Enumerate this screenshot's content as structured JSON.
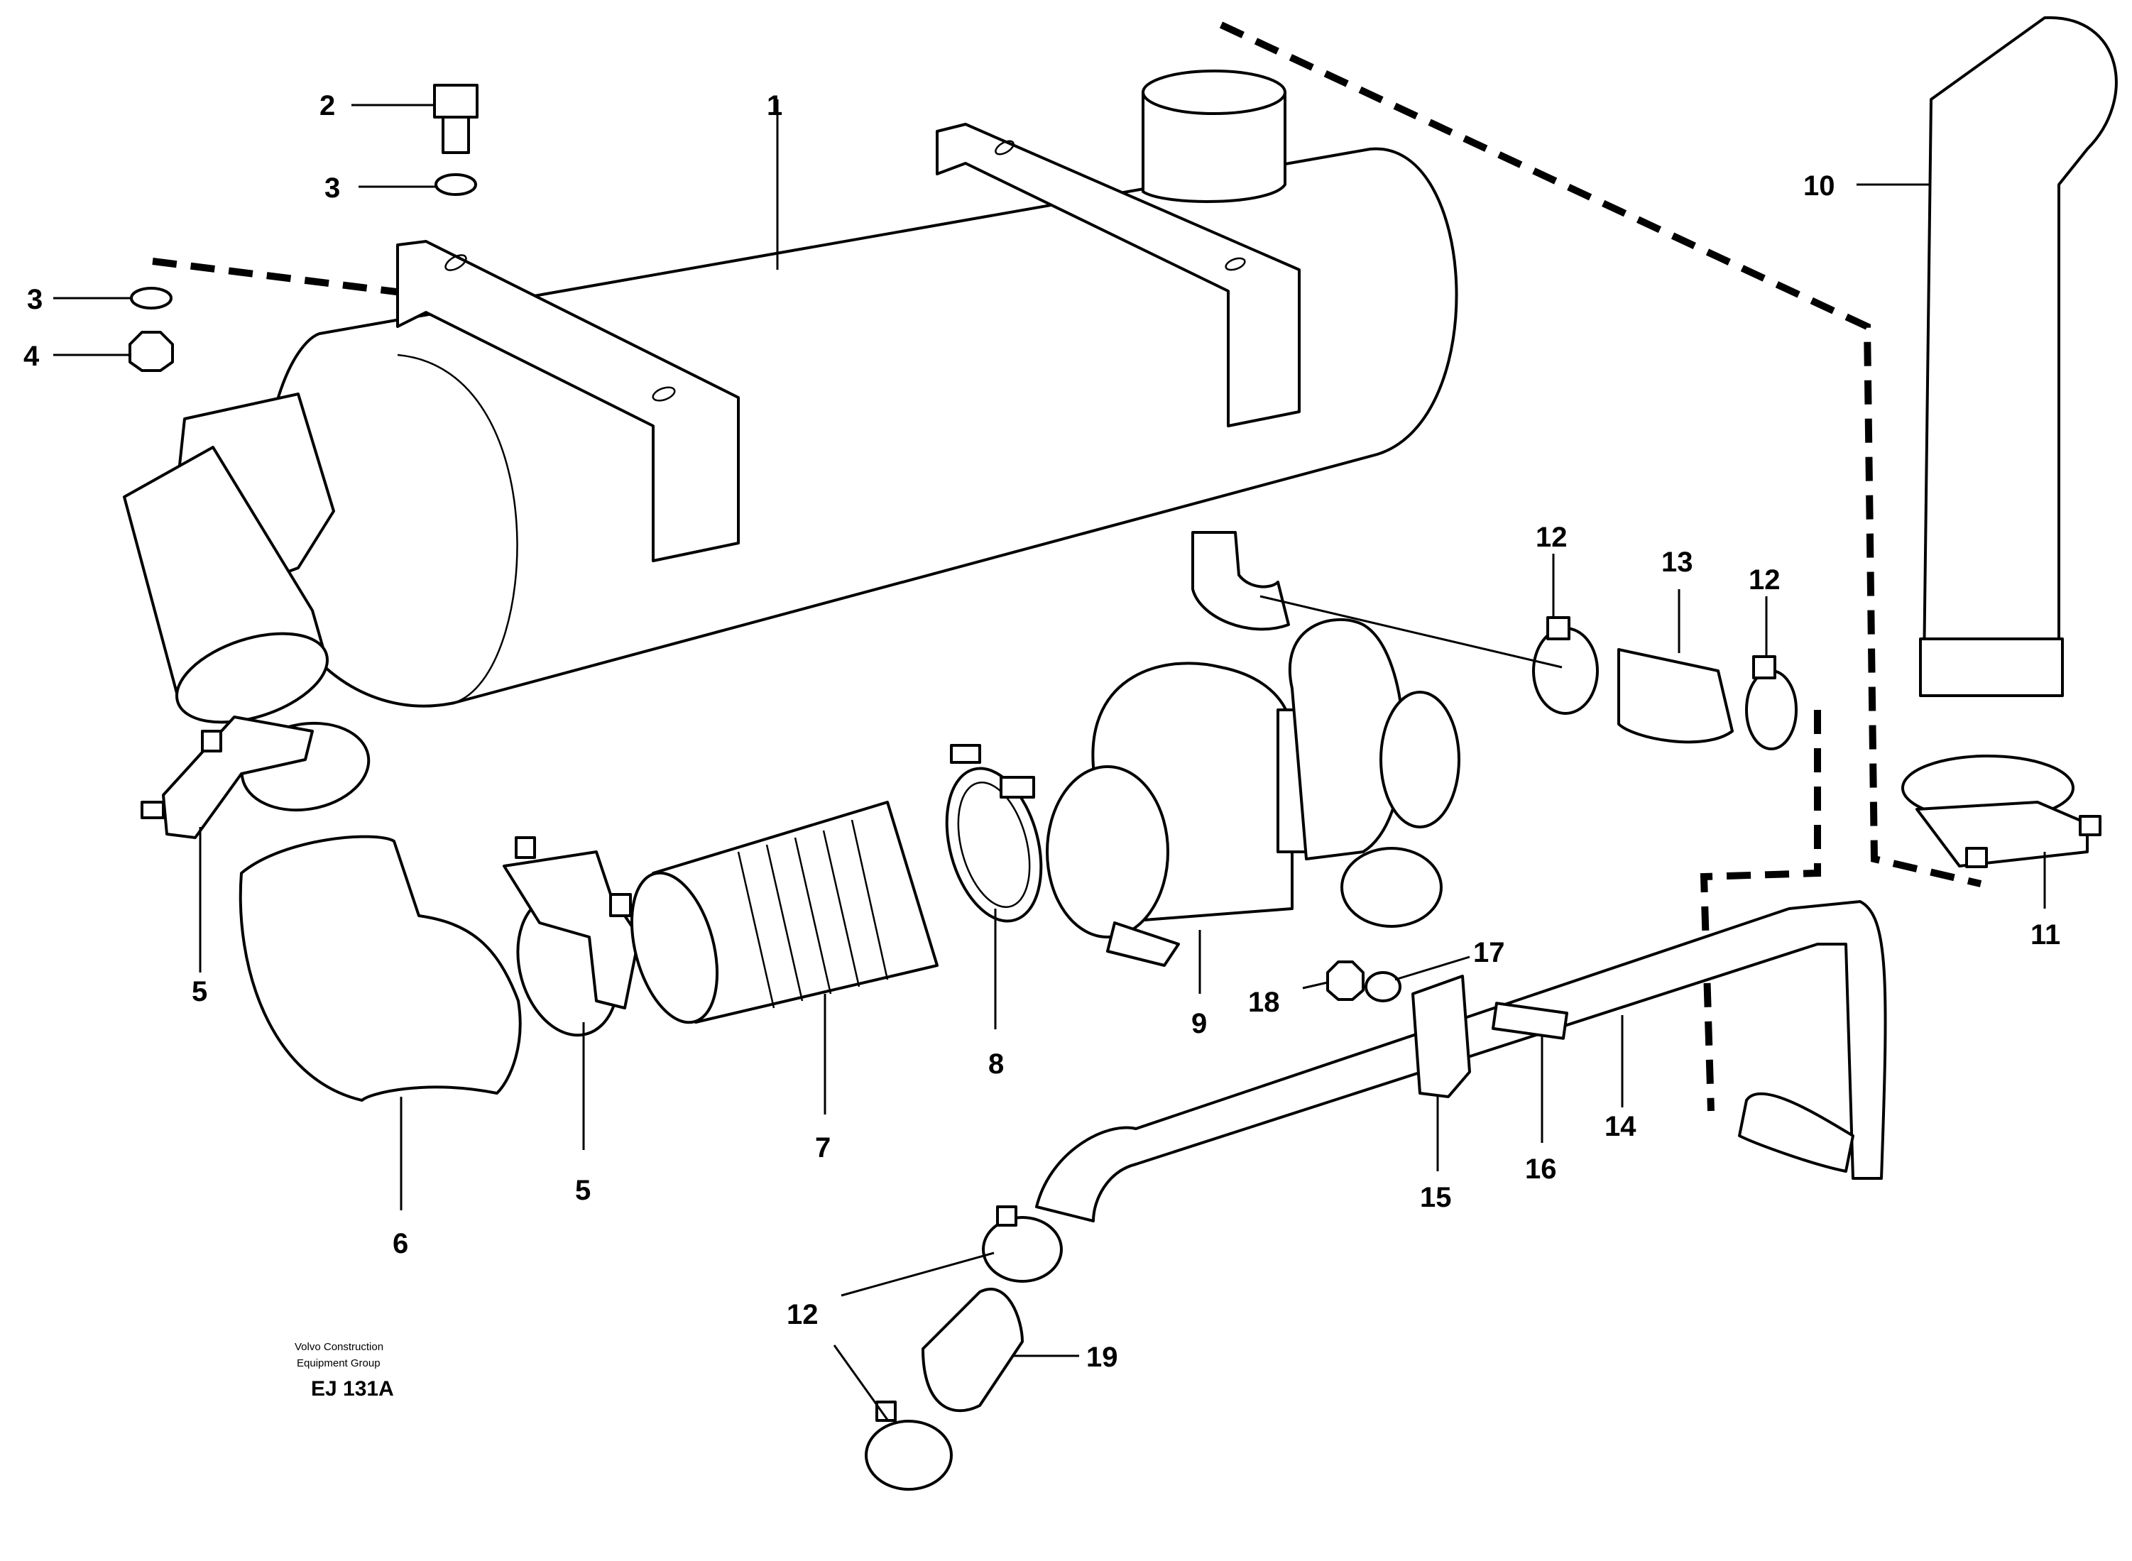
{
  "callouts": {
    "c1": "1",
    "c2": "2",
    "c3a": "3",
    "c3b": "3",
    "c4": "4",
    "c5a": "5",
    "c5b": "5",
    "c6": "6",
    "c7": "7",
    "c8": "8",
    "c9": "9",
    "c10": "10",
    "c11": "11",
    "c12a": "12",
    "c12b": "12",
    "c12c": "12",
    "c13": "13",
    "c14": "14",
    "c15": "15",
    "c16": "16",
    "c17": "17",
    "c18": "18",
    "c19": "19"
  },
  "credit": {
    "line1": "Volvo Construction",
    "line2": "Equipment Group",
    "reference": "EJ 131A"
  }
}
